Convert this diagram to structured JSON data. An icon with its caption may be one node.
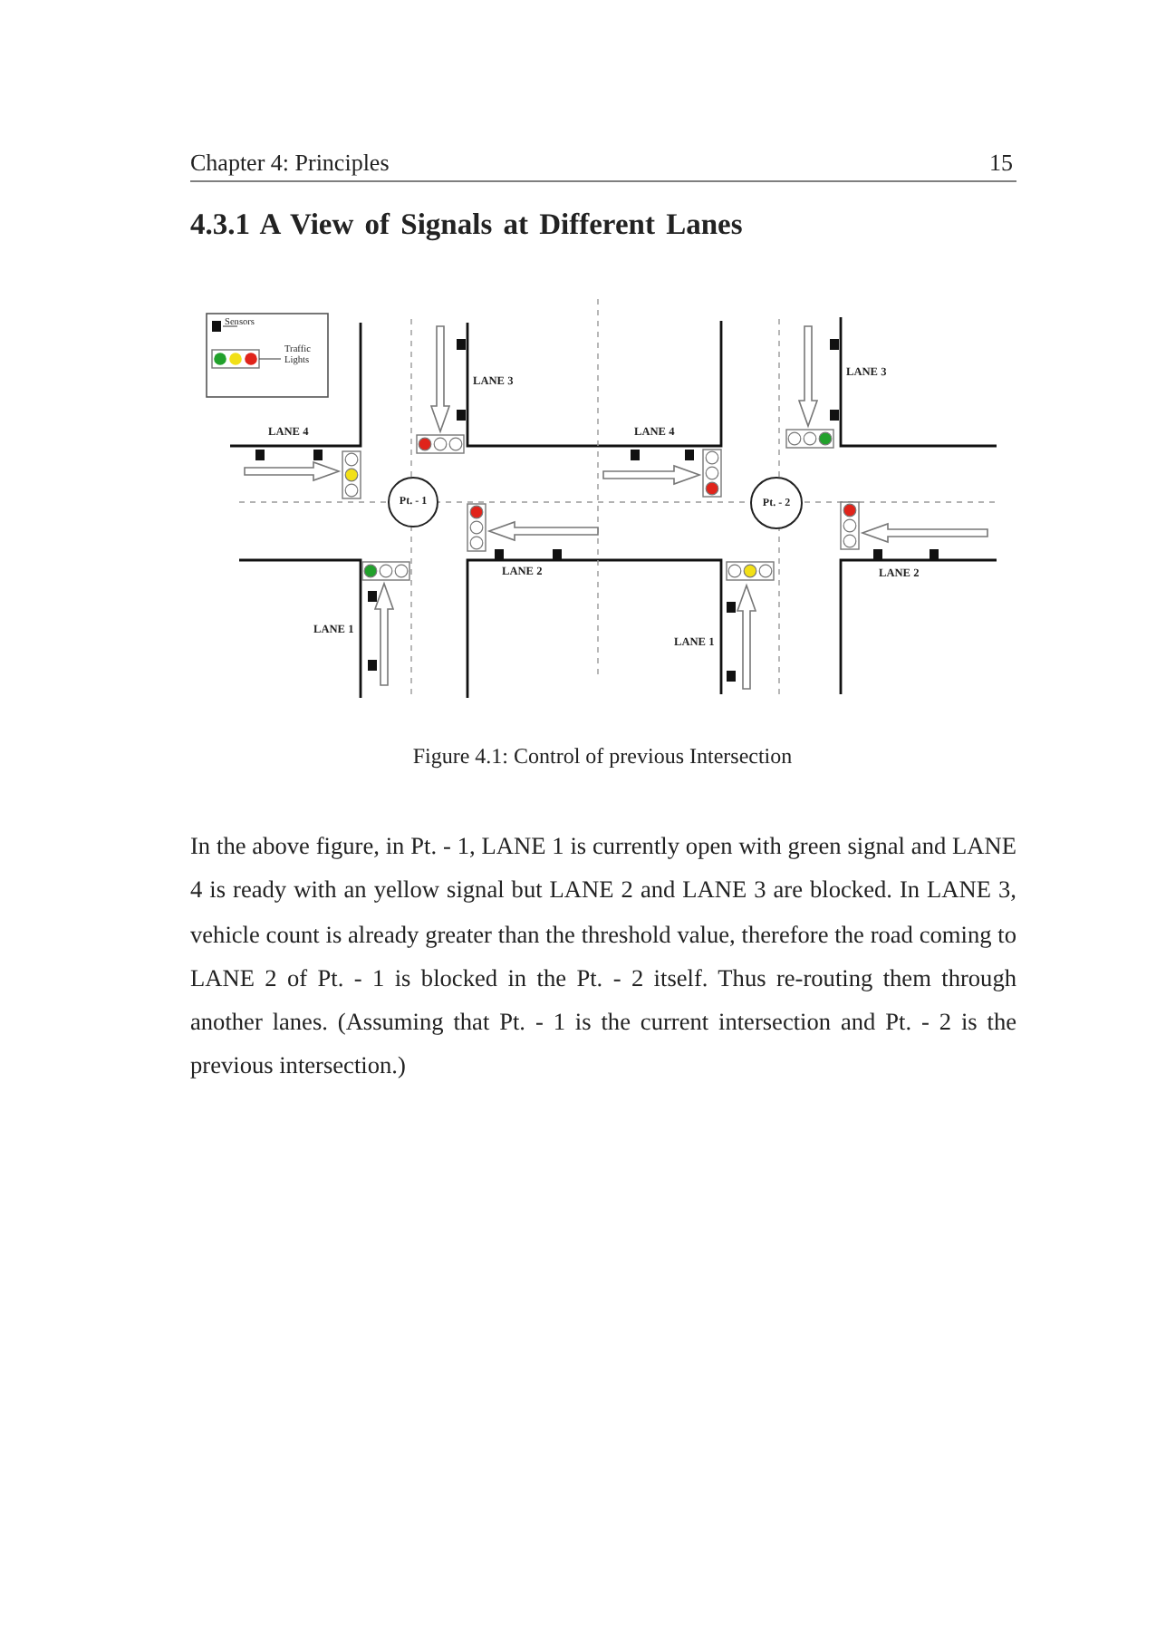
{
  "diagram": {
    "title": "4.3.1 A View of Signals at Different Lanes",
    "caption": "Figure 4.1: Control of previous Intersection",
    "nodes": [
      {
        "text": [
          "Pt. - 1"
        ]
      },
      {
        "text": [
          "Pt. - 2"
        ]
      }
    ],
    "edges": [],
    "labels": [
      "Chapter 4: Principles",
      "15",
      "LANE 3",
      "LANE 3",
      "LANE 4",
      "LANE 4",
      "LANE 2",
      "LANE 2",
      "LANE 1",
      "LANE 1",
      "In the above figure, in Pt. - 1, LANE 1 is currently open with green signal and LANE 4 is ready with an yellow signal but LANE 2 and LANE 3 are blocked. In LANE 3, vehicle count is already greater than the threshold value, therefore the road coming to LANE 2 of Pt. - 1 is blocked in the Pt. - 2 itself. Thus re-routing them through another lanes. (Assuming that Pt. - 1 is the current intersection and Pt. - 2 is the previous intersection.)"
    ],
    "legend": [
      {
        "text": "Sensors"
      },
      {
        "text": "Traffic Lights"
      }
    ]
  }
}
